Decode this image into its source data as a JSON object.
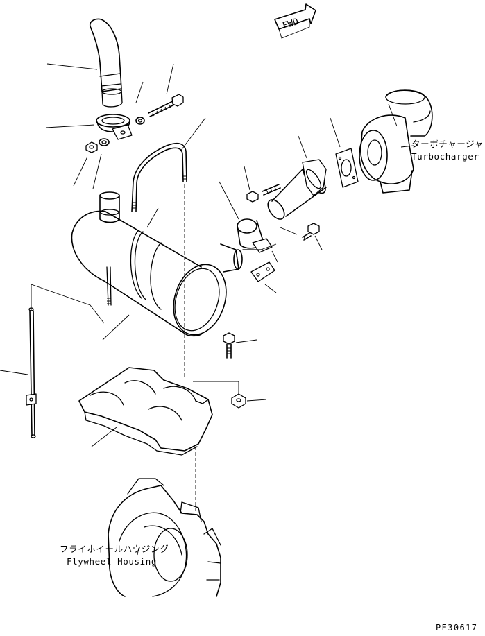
{
  "fwd_label": "FWD",
  "labels": {
    "turbocharger_jp": "ターボチャージャ",
    "turbocharger_en": "Turbocharger",
    "flywheel_jp": "フライホイールハウジング",
    "flywheel_en": "Flywheel Housing",
    "page_code": "PE30617"
  }
}
